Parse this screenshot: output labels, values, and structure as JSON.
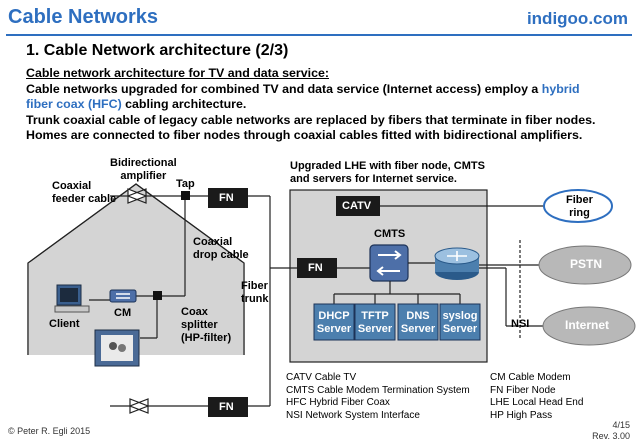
{
  "header": {
    "title": "Cable Networks",
    "brand": "indigoo.com",
    "colors": {
      "accent": "#2e6fc0",
      "box": "#d4d4d4",
      "node_fill": "#1a1a1a"
    }
  },
  "section": {
    "heading": "1. Cable Network architecture (2/3)",
    "intro_underlined": "Cable network architecture for TV and data service:",
    "intro_line1_pre": "Cable networks upgraded for combined TV and data service (Internet access) employ a ",
    "intro_line1_hl": "hybrid",
    "intro_line2_hl": "fiber coax (HFC)",
    "intro_line2_post": " cabling architecture.",
    "intro_line3": "Trunk coaxial cable of legacy cable networks are replaced by fibers that terminate in fiber nodes.",
    "intro_line4": "Homes are connected to fiber nodes through coaxial cables fitted with bidirectional amplifiers."
  },
  "diagram": {
    "coaxial_feeder": "Coaxial\nfeeder cable",
    "bidirectional_amplifier": "Bidirectional\namplifier",
    "tap": "Tap",
    "fn_label": "FN",
    "coaxial_drop": "Coaxial\ndrop cable",
    "fiber_trunk": "Fiber\ntrunk",
    "client": "Client",
    "cm": "CM",
    "coax_splitter": "Coax\nsplitter\n(HP-filter)",
    "lhe_caption": "Upgraded LHE with fiber node, CMTS\nand servers for Internet service.",
    "catv": "CATV",
    "cmts": "CMTS",
    "fiber_ring": "Fiber\nring",
    "pstn": "PSTN",
    "internet": "Internet",
    "nsi": "NSI",
    "servers": [
      {
        "line1": "DHCP",
        "line2": "Server"
      },
      {
        "line1": "TFTP",
        "line2": "Server"
      },
      {
        "line1": "DNS",
        "line2": "Server"
      },
      {
        "line1": "syslog",
        "line2": "Server"
      }
    ]
  },
  "legend": {
    "left": "CATV Cable TV\nCMTS Cable Modem Termination System\nHFC Hybrid Fiber Coax\nNSI Network System Interface",
    "right": "CM Cable Modem\nFN Fiber Node\nLHE Local Head End\nHP High Pass"
  },
  "footer": {
    "copyright": "© Peter R. Egli 2015",
    "page": "4/15",
    "rev": "Rev. 3.00"
  }
}
